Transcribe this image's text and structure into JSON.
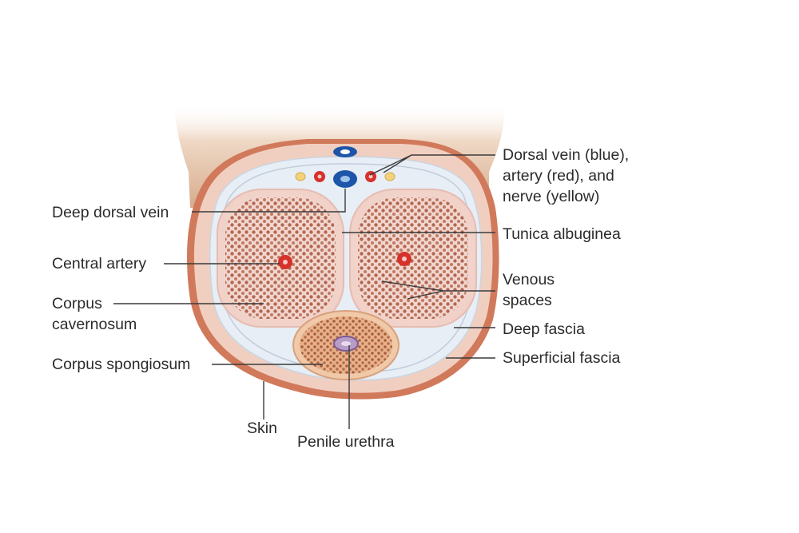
{
  "labels": {
    "dorsal_vessels": [
      "Dorsal vein (blue),",
      "artery (red), and",
      "nerve (yellow)"
    ],
    "deep_dorsal_vein": "Deep dorsal vein",
    "tunica_albuginea": "Tunica albuginea",
    "central_artery": "Central artery",
    "venous_spaces": [
      "Venous",
      "spaces"
    ],
    "corpus_cavernosum": [
      "Corpus",
      "cavernosum"
    ],
    "deep_fascia": "Deep fascia",
    "corpus_spongiosum": "Corpus spongiosum",
    "superficial_fascia": "Superficial fascia",
    "skin": "Skin",
    "penile_urethra": "Penile urethra"
  },
  "colors": {
    "skin": "#d1795b",
    "superficial_fascia": "#f1cfc0",
    "deep_fascia": "#e7eef5",
    "tunica": "#f4d9d6",
    "erectile_tissue": "#b56a55",
    "vein": "#1d56a8",
    "artery": "#d6312b",
    "nerve": "#f3d27a"
  }
}
